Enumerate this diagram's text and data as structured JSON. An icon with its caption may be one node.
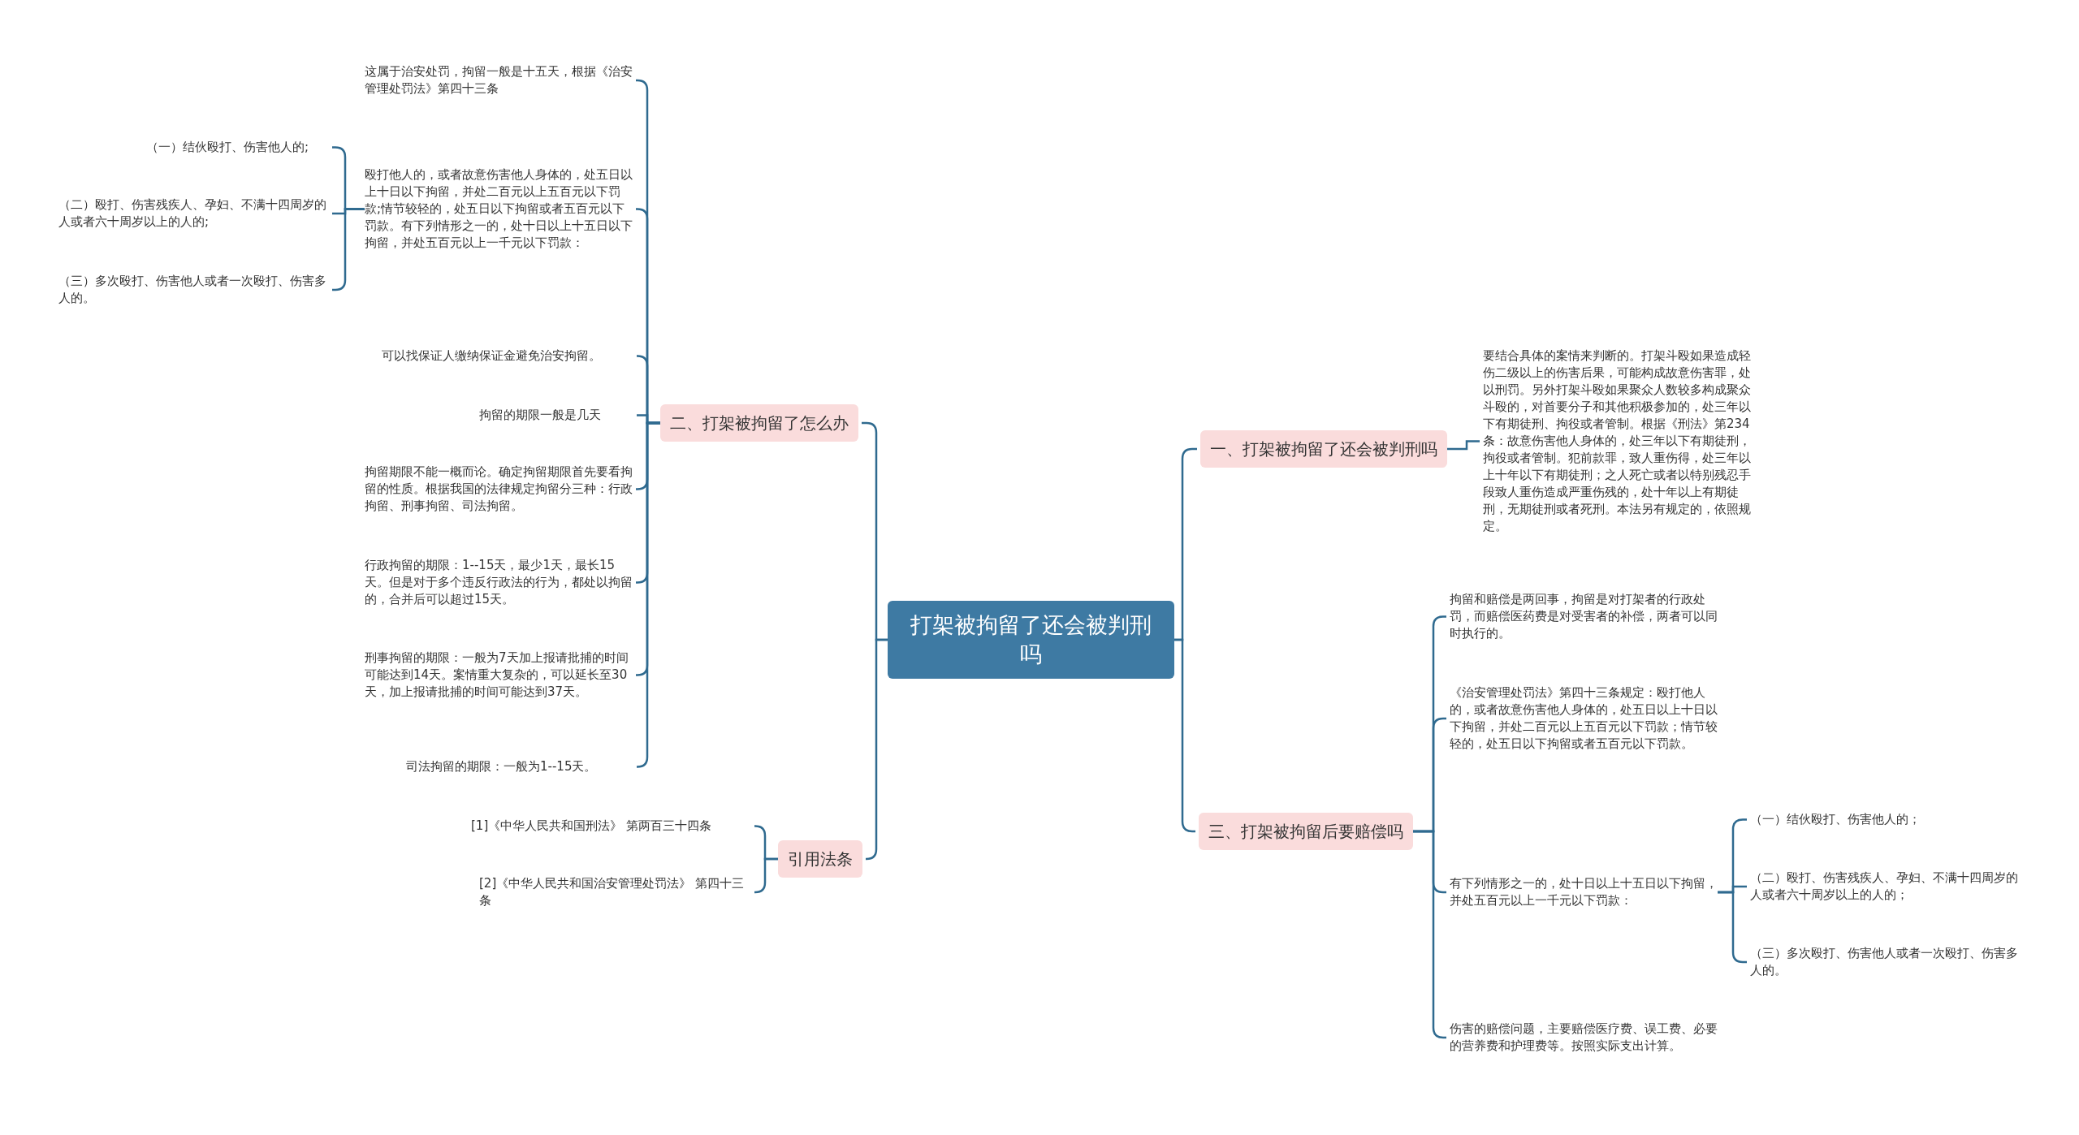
{
  "diagram": {
    "nodes": [
      {
        "text": [
          "打架被拘留了还会被判刑吗"
        ]
      },
      {
        "text": [
          "一、打架被拘留了还会被判刑吗"
        ]
      },
      {
        "text": [
          "要结合具体的案情来判断的。打架斗殴如果造成轻伤二级以上的伤害后果，可能构成故意伤害罪，处以刑罚。另外打架斗殴如果聚众人数较多构成聚众斗殴的，对首要分子和其他积极参加的，处三年以下有期徒刑、拘役或者管制。根据《刑法》第234条：故意伤害他人身体的，处三年以下有期徒刑，拘役或者管制。犯前款罪，致人重伤得，处三年以上十年以下有期徒刑；之人死亡或者以特别残忍手段致人重伤造成严重伤残的，处十年以上有期徒刑，无期徒刑或者死刑。本法另有规定的，依照规定。"
        ]
      },
      {
        "text": [
          "二、打架被拘留了怎么办"
        ]
      },
      {
        "text": [
          "这属于治安处罚，拘留一般是十五天，根据《治安管理处罚法》第四十三条"
        ]
      },
      {
        "text": [
          "殴打他人的，或者故意伤害他人身体的，处五日以上十日以下拘留，并处二百元以上五百元以下罚款;情节较轻的，处五日以下拘留或者五百元以下罚款。有下列情形之一的，处十日以上十五日以下拘留，并处五百元以上一千元以下罚款："
        ]
      },
      {
        "text": [
          "（一）结伙殴打、伤害他人的;"
        ]
      },
      {
        "text": [
          "（二）殴打、伤害残疾人、孕妇、不满十四周岁的人或者六十周岁以上的人的;"
        ]
      },
      {
        "text": [
          "（三）多次殴打、伤害他人或者一次殴打、伤害多人的。"
        ]
      },
      {
        "text": [
          "可以找保证人缴纳保证金避免治安拘留。"
        ]
      },
      {
        "text": [
          "拘留的期限一般是几天"
        ]
      },
      {
        "text": [
          "拘留期限不能一概而论。确定拘留期限首先要看拘留的性质。根据我国的法律规定拘留分三种：行政拘留、刑事拘留、司法拘留。"
        ]
      },
      {
        "text": [
          "行政拘留的期限：1--15天，最少1天，最长15天。但是对于多个违反行政法的行为，都处以拘留的，合并后可以超过15天。"
        ]
      },
      {
        "text": [
          "刑事拘留的期限：一般为7天加上报请批捕的时间可能达到14天。案情重大复杂的，可以延长至30天，加上报请批捕的时间可能达到37天。"
        ]
      },
      {
        "text": [
          "司法拘留的期限：一般为1--15天。"
        ]
      },
      {
        "text": [
          "三、打架被拘留后要赔偿吗"
        ]
      },
      {
        "text": [
          "拘留和赔偿是两回事，拘留是对打架者的行政处罚，而赔偿医药费是对受害者的补偿，两者可以同时执行的。"
        ]
      },
      {
        "text": [
          "《治安管理处罚法》第四十三条规定：殴打他人的，或者故意伤害他人身体的，处五日以上十日以下拘留，并处二百元以上五百元以下罚款；情节较轻的，处五日以下拘留或者五百元以下罚款。"
        ]
      },
      {
        "text": [
          "有下列情形之一的，处十日以上十五日以下拘留，并处五百元以上一千元以下罚款："
        ]
      },
      {
        "text": [
          "（一）结伙殴打、伤害他人的；"
        ]
      },
      {
        "text": [
          "（二）殴打、伤害残疾人、孕妇、不满十四周岁的人或者六十周岁以上的人的；"
        ]
      },
      {
        "text": [
          "（三）多次殴打、伤害他人或者一次殴打、伤害多人的。"
        ]
      },
      {
        "text": [
          "伤害的赔偿问题，主要赔偿医疗费、误工费、必要的营养费和护理费等。按照实际支出计算。"
        ]
      },
      {
        "text": [
          "引用法条"
        ]
      },
      {
        "text": [
          "[1]《中华人民共和国刑法》 第两百三十四条"
        ]
      },
      {
        "text": [
          "[2]《中华人民共和国治安管理处罚法》 第四十三条"
        ]
      }
    ],
    "edges": [
      {
        "from": 0,
        "to": 1,
        "arrow": "none"
      },
      {
        "from": 1,
        "to": 2,
        "arrow": "none"
      },
      {
        "from": 0,
        "to": 3,
        "arrow": "none"
      },
      {
        "from": 3,
        "to": 4,
        "arrow": "none"
      },
      {
        "from": 3,
        "to": 5,
        "arrow": "none"
      },
      {
        "from": 5,
        "to": 6,
        "arrow": "none"
      },
      {
        "from": 5,
        "to": 7,
        "arrow": "none"
      },
      {
        "from": 5,
        "to": 8,
        "arrow": "none"
      },
      {
        "from": 3,
        "to": 9,
        "arrow": "none"
      },
      {
        "from": 3,
        "to": 10,
        "arrow": "none"
      },
      {
        "from": 3,
        "to": 11,
        "arrow": "none"
      },
      {
        "from": 3,
        "to": 12,
        "arrow": "none"
      },
      {
        "from": 3,
        "to": 13,
        "arrow": "none"
      },
      {
        "from": 3,
        "to": 14,
        "arrow": "none"
      },
      {
        "from": 0,
        "to": 15,
        "arrow": "none"
      },
      {
        "from": 15,
        "to": 16,
        "arrow": "none"
      },
      {
        "from": 15,
        "to": 17,
        "arrow": "none"
      },
      {
        "from": 15,
        "to": 18,
        "arrow": "none"
      },
      {
        "from": 18,
        "to": 19,
        "arrow": "none"
      },
      {
        "from": 18,
        "to": 20,
        "arrow": "none"
      },
      {
        "from": 18,
        "to": 21,
        "arrow": "none"
      },
      {
        "from": 15,
        "to": 22,
        "arrow": "none"
      },
      {
        "from": 0,
        "to": 23,
        "arrow": "none"
      },
      {
        "from": 23,
        "to": 24,
        "arrow": "none"
      },
      {
        "from": 23,
        "to": 25,
        "arrow": "none"
      }
    ]
  }
}
